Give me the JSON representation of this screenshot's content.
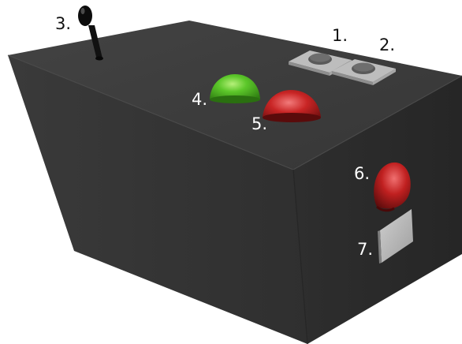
{
  "labels": {
    "button_1": "1.",
    "button_2": "2.",
    "joystick": "3.",
    "green_light": "4.",
    "red_light_top": "5.",
    "red_light_side": "6.",
    "side_plate": "7."
  },
  "colors": {
    "box_top": "#3d3d3d",
    "box_front": "#333333",
    "box_side": "#2b2b2b",
    "green": "#4fbf24",
    "red": "#c22222",
    "button_base": "#bdbdbd",
    "plate": "#b3b3b3"
  }
}
